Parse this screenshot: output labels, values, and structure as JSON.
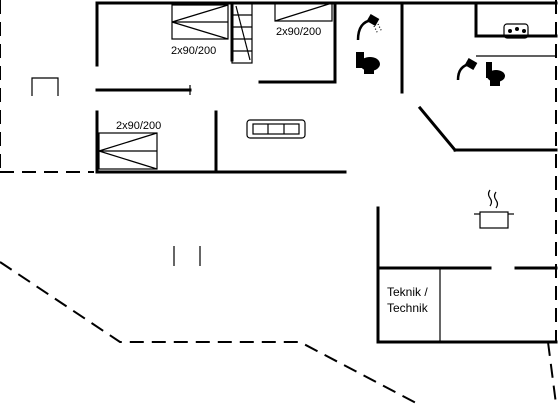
{
  "labels": {
    "bed_top_left": "2x90/200",
    "bed_top_right": "2x90/200",
    "bed_left": "2x90/200",
    "utility_line1": "Teknik /",
    "utility_line2": "Technik"
  },
  "icons": [
    "bunk-bed-icon",
    "shower-icon",
    "toilet-icon",
    "sofa-icon",
    "stove-pot-icon",
    "sink-icon",
    "stairs-icon"
  ]
}
